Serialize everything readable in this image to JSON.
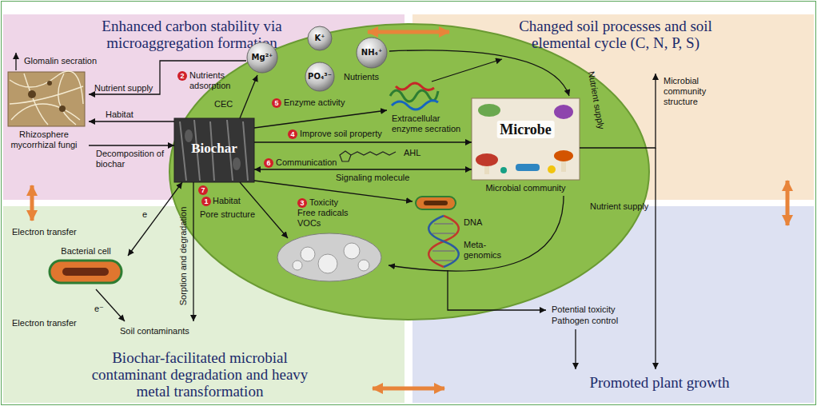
{
  "diagram": {
    "nodes": [
      {
        "text": [
          "Enhanced carbon stability via microaggregation formation"
        ]
      },
      {
        "text": [
          "Changed soil processes and soil elemental cycle (C, N, P, S)"
        ]
      },
      {
        "text": [
          "Biochar-facilitated microbial contaminant degradation and heavy metal transformation"
        ]
      },
      {
        "text": [
          "Promoted plant growth"
        ]
      },
      {
        "text": [
          "Rhizosphere mycorrhizal fungi"
        ],
        "in": 0
      },
      {
        "text": [
          "Mg²⁺"
        ]
      },
      {
        "text": [
          "K⁺"
        ]
      },
      {
        "text": [
          "NH₄⁺"
        ]
      },
      {
        "text": [
          "PO₄³⁻"
        ]
      },
      {
        "text": [
          "Biochar"
        ]
      },
      {
        "text": [
          "Microbe",
          "Microbial community"
        ]
      },
      {
        "text": [
          "Bacterial cell"
        ],
        "in": 2
      }
    ],
    "edges": [
      {
        "from": 0,
        "to": 1,
        "arrow": "both"
      },
      {
        "from": 0,
        "to": 2,
        "arrow": "both"
      },
      {
        "from": 1,
        "to": 3,
        "arrow": "both"
      },
      {
        "from": 2,
        "to": 3,
        "arrow": "both"
      },
      {
        "from": 5,
        "to": 4,
        "label": "Nutrient supply",
        "arrow": "to"
      },
      {
        "from": 9,
        "to": 4,
        "label": "Habitat",
        "arrow": "to"
      },
      {
        "from": 4,
        "to": 9,
        "label": "Decomposition of biochar",
        "arrow": "to"
      },
      {
        "from": 9,
        "to": 10,
        "label": "Improve soil property",
        "arrow": "to"
      },
      {
        "from": 9,
        "to": 10,
        "label": "Communication",
        "arrow": "both"
      },
      {
        "from": 9,
        "to": 11,
        "arrow": "both"
      }
    ],
    "labels": [
      "Glomalin secration",
      "2",
      "Nutrients adsorption",
      "CEC",
      "Nutrients",
      "5",
      "Enzyme activity",
      "Extracellular enzyme secration",
      "4",
      "AHL",
      "6",
      "Signaling molecule",
      "3",
      "Toxicity",
      "Free radicals",
      "VOCs",
      "1",
      "Habitat",
      "Pore structure",
      "7",
      "Sorption and degradation",
      "DNA",
      "Meta-genomics",
      "Nutrient supply",
      "Microbial community structure",
      "Nutrient supply",
      "Potential toxicity",
      "Pathogen control",
      "Electron transfer",
      "e",
      "Electron transfer",
      "e⁻",
      "Soil contaminants"
    ]
  }
}
